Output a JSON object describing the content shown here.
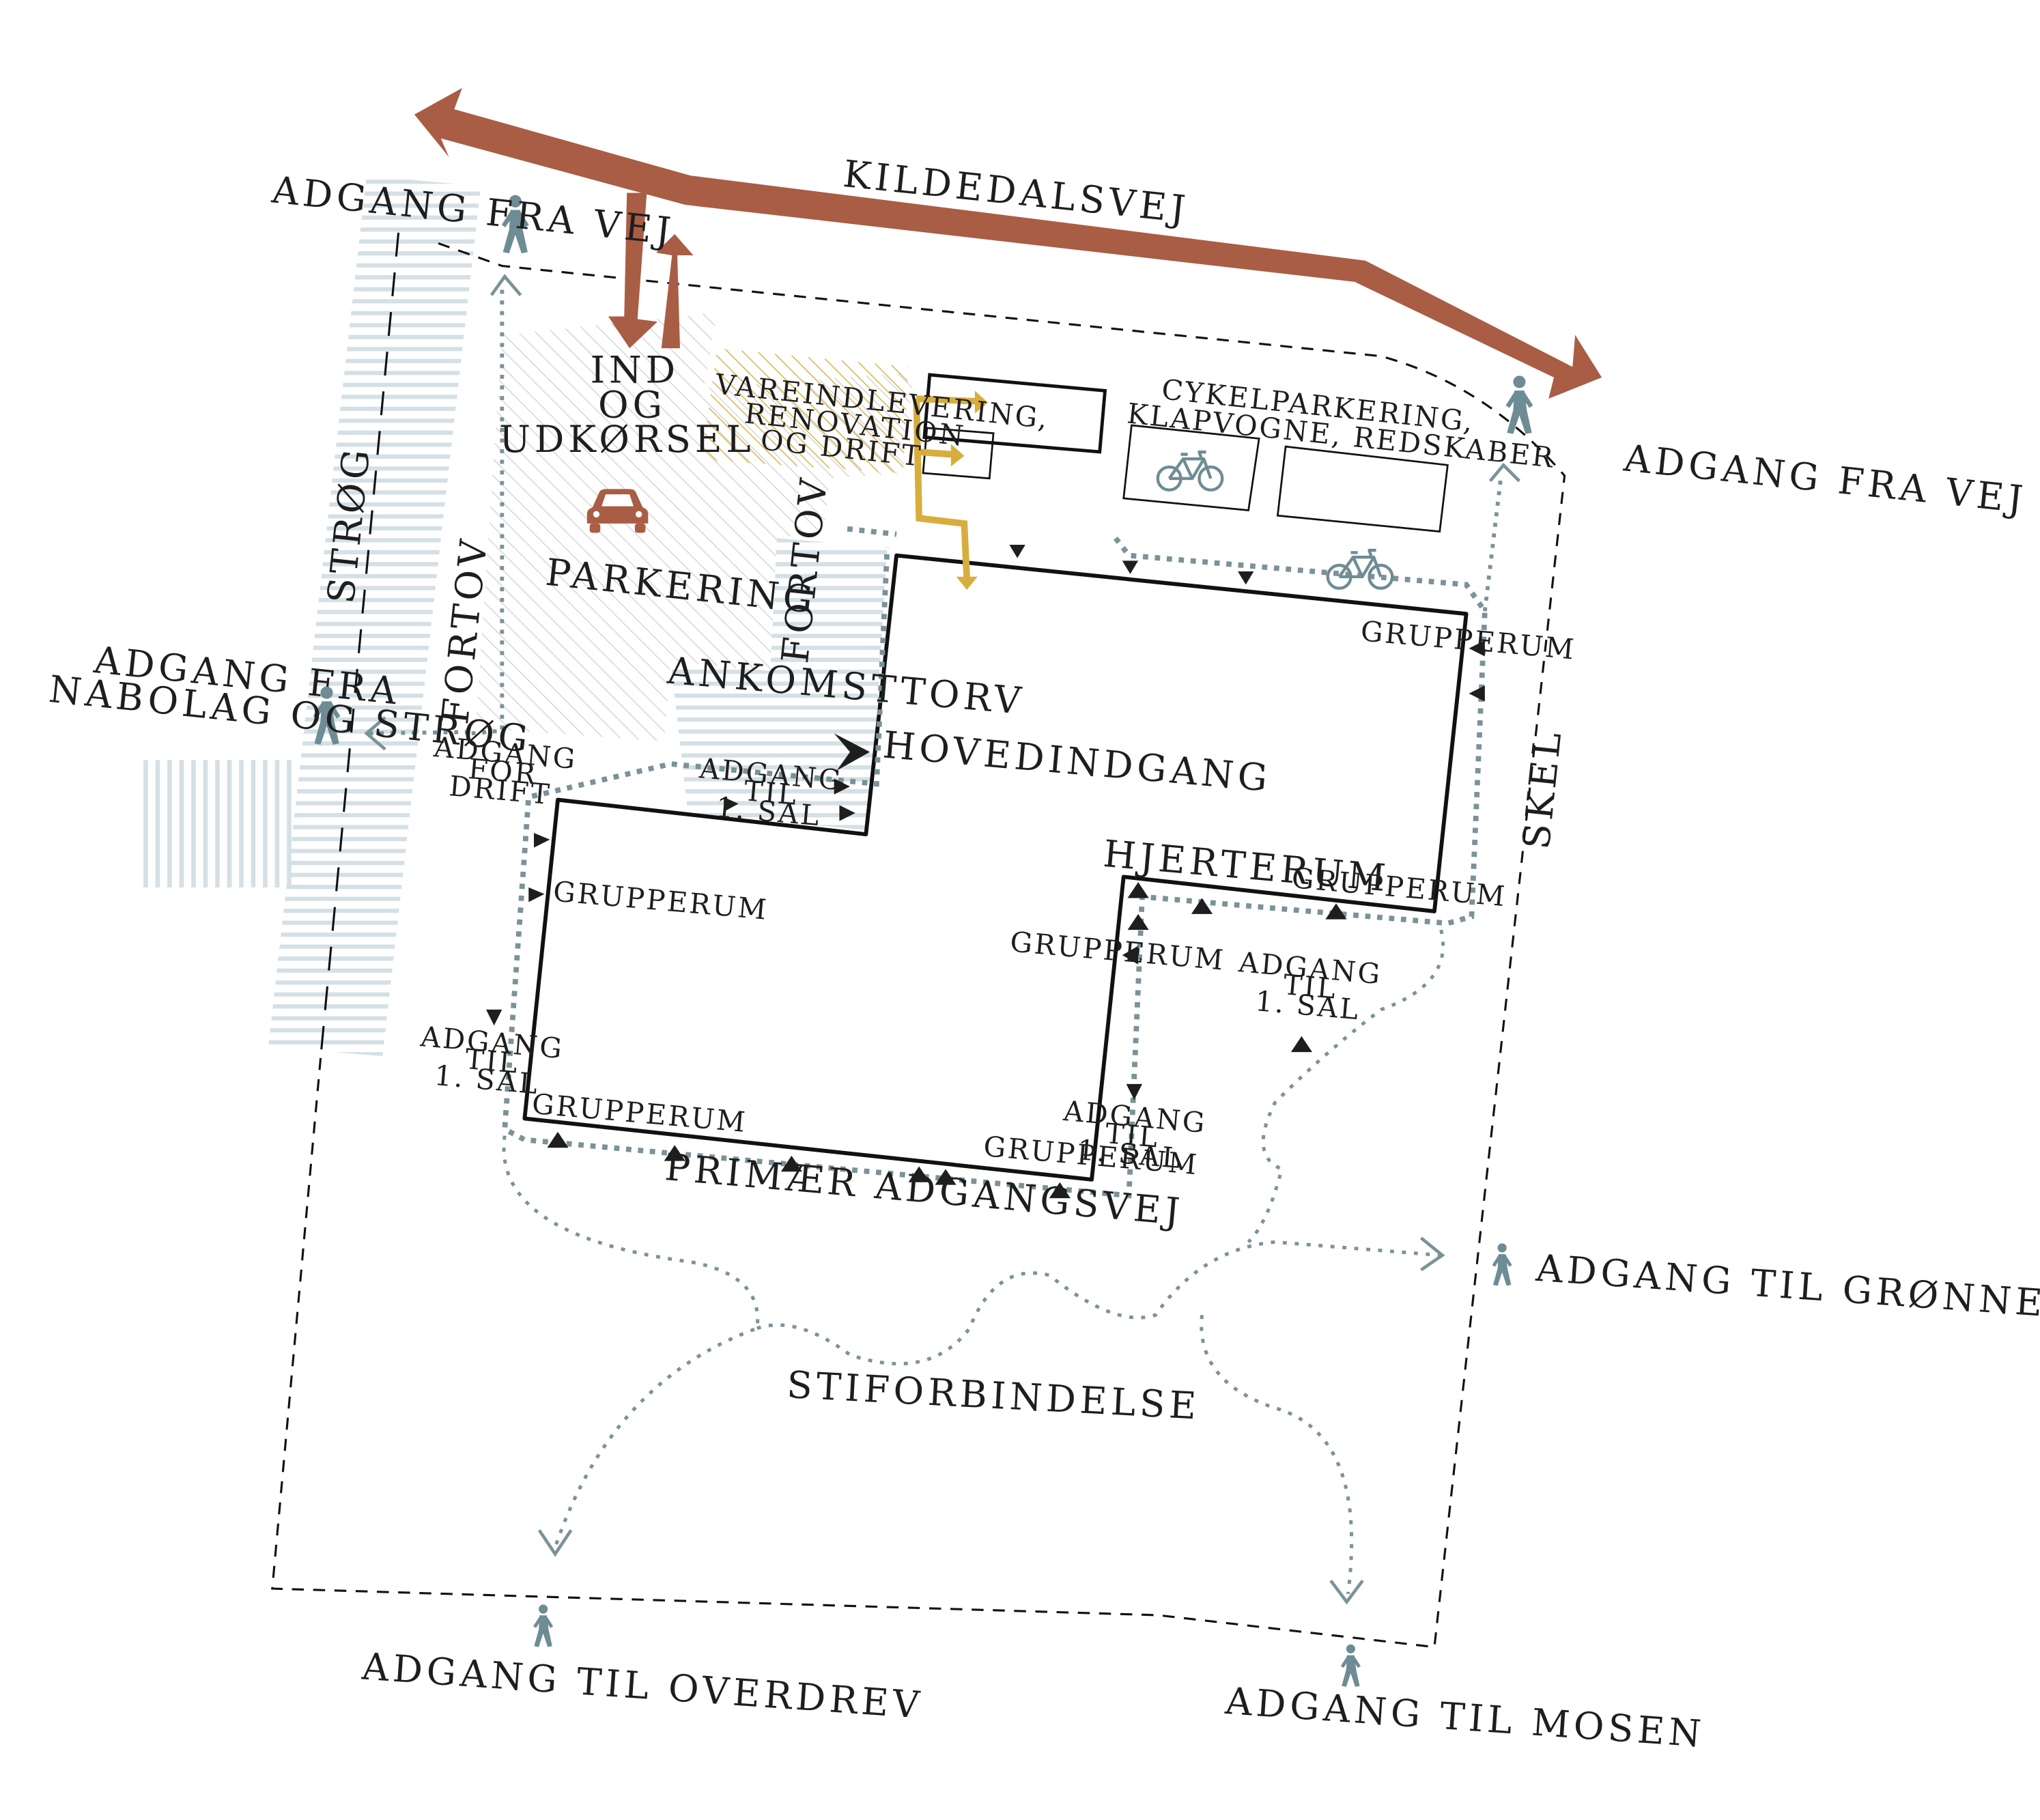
{
  "colors": {
    "road": "#a95d45",
    "pedestrian": "#6e8c94",
    "service": "#d7ae3e",
    "path": "#7b9299",
    "boundary": "#111111",
    "stripes": "#d6e2e7",
    "hatch": "#cfcfcf"
  },
  "icons": {
    "car": "car-icon",
    "bike": "bicycle-icon",
    "walker": "pedestrian-icon",
    "entrance": "entrance-arrow-icon"
  },
  "labels": {
    "kildedalsvej": "KILDEDALSVEJ",
    "adgang_fra_vej_nw": "ADGANG FRA VEJ",
    "adgang_fra_vej_ne": "ADGANG FRA VEJ",
    "ind": "IND",
    "og": "OG",
    "udkorsel": "UDKØRSEL",
    "vare1": "VAREINDLEVERING,",
    "vare2": "RENOVATION",
    "vare3": "OG DRIFT",
    "cykel1": "CYKELPARKERING,",
    "cykel2": "KLAPVOGNE, REDSKABER",
    "parkering": "PARKERING",
    "strog": "STRØG",
    "fortov_left": "FORTOV",
    "fortov_mid": "FORTOV",
    "ankomsttorv": "ANKOMSTTORV",
    "hovedindgang": "HOVEDINDGANG",
    "nabolag1": "ADGANG FRA",
    "nabolag2": "NABOLAG OG STRØG",
    "drift1": "ADGANG",
    "drift2": "FOR",
    "drift3": "DRIFT",
    "sal_a1": "ADGANG",
    "sal_a2": "TIL",
    "sal_a3": "1. SAL",
    "grupperum_ne": "GRUPPERUM",
    "grupperum_w": "GRUPPERUM",
    "grupperum_mid": "GRUPPERUM",
    "grupperum_sw": "GRUPPERUM",
    "grupperum_s": "GRUPPERUM",
    "grupperum_e": "GRUPPERUM",
    "hjerterum": "HJERTERUM",
    "sal_w1": "ADGANG",
    "sal_w2": "TIL",
    "sal_w3": "1. SAL",
    "sal_c1": "ADGANG",
    "sal_c2": "TIL",
    "sal_c3": "1. SAL",
    "sal_e1": "ADGANG",
    "sal_e2": "TIL",
    "sal_e3": "1. SAL",
    "skel": "SKEL",
    "primaer": "PRIMÆR ADGANGSVEJ",
    "stiforbindelse": "STIFORBINDELSE",
    "gronne": "ADGANG TIL GRØNNE KORRIDOR",
    "overdrev": "ADGANG TIL OVERDREV",
    "mosen": "ADGANG TIL MOSEN"
  }
}
